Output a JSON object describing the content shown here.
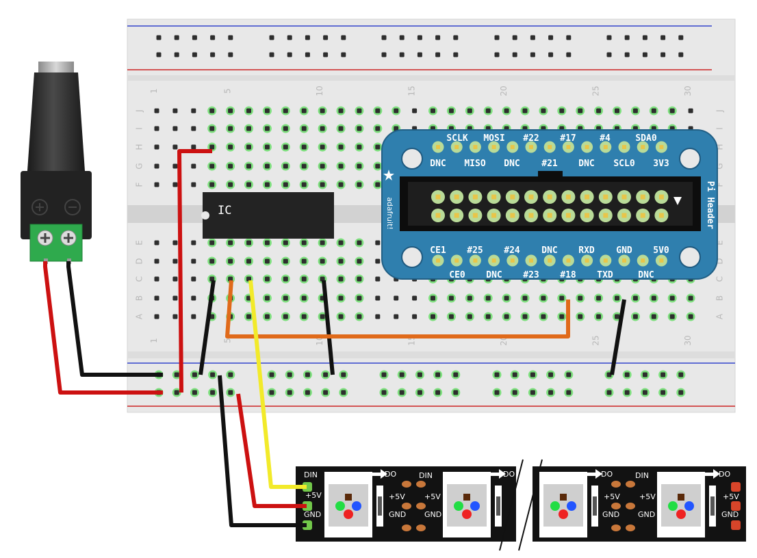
{
  "breadboard": {
    "column_numbers_top": [
      "1",
      "5",
      "10",
      "15",
      "20",
      "25",
      "30"
    ],
    "column_numbers_bottom": [
      "1",
      "5",
      "10",
      "15",
      "20",
      "25",
      "30"
    ],
    "row_letters_top": [
      "J",
      "I",
      "H",
      "G",
      "F"
    ],
    "row_letters_bottom": [
      "E",
      "D",
      "C",
      "B",
      "A"
    ]
  },
  "ic": {
    "label": "IC"
  },
  "pi_header": {
    "title": "Pi Header",
    "brand": "adafruit!",
    "top_row_upper": [
      "SCLK",
      "MOSI",
      "#22",
      "#17",
      "#4",
      "SDA0"
    ],
    "top_row_lower": [
      "DNC",
      "MISO",
      "DNC",
      "#21",
      "DNC",
      "SCL0",
      "3V3"
    ],
    "bottom_row_upper": [
      "CE1",
      "#25",
      "#24",
      "DNC",
      "RXD",
      "GND",
      "5V0"
    ],
    "bottom_row_lower": [
      "CE0",
      "DNC",
      "#23",
      "#18",
      "TXD",
      "DNC"
    ]
  },
  "barrel_jack": {
    "plus_symbol": "⊕",
    "minus_symbol": "⊖"
  },
  "led_strip": {
    "labels": {
      "din": "DIN",
      "do": "DO",
      "v5": "+5V",
      "gnd": "GND"
    }
  },
  "colors": {
    "red_wire": "#cc1111",
    "black_wire": "#111111",
    "yellow_wire": "#f2ea2a",
    "orange_wire": "#e06a1a",
    "header_board": "#2f7fae",
    "strip": "#121212"
  }
}
